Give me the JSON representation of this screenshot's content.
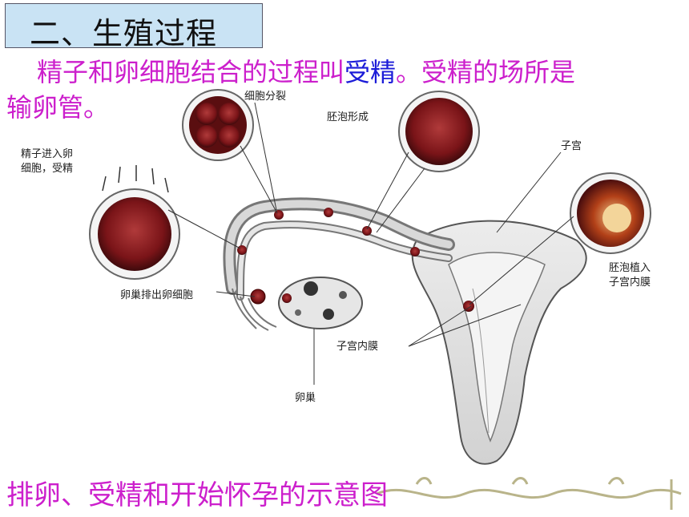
{
  "title": "二、生殖过程",
  "intro": {
    "line1_prefix": "精子和卵细胞结合的过程叫",
    "line1_highlight": "受精",
    "line1_suffix": "。受精的场所是",
    "line2": "输卵管。"
  },
  "labels": {
    "cell_division": "细胞分裂",
    "blastocyst_forms": "胚泡形成",
    "sperm_enter_1": "精子进入卵",
    "sperm_enter_2": "细胞，受精",
    "uterus": "子宫",
    "implant_1": "胚泡植入",
    "implant_2": "子宫内膜",
    "ovulation": "卵巢排出卵细胞",
    "endometrium": "子宫内膜",
    "ovary": "卵巢"
  },
  "caption": "排卵、受精和开始怀孕的示意图",
  "colors": {
    "title_bg": "#c9e3f4",
    "text_magenta": "#cc1fcc",
    "highlight_blue": "#1b1bd8",
    "cell_red": "#8a1a1f"
  }
}
